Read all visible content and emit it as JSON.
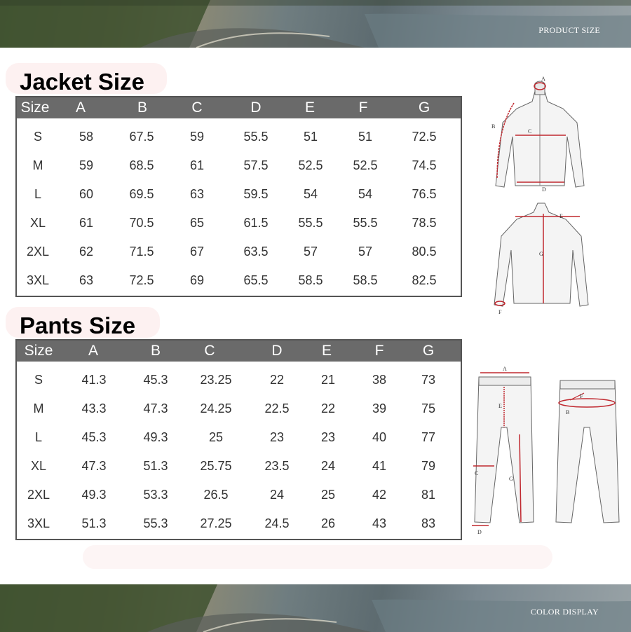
{
  "banners": {
    "top_label": "PRODUCT SIZE",
    "bottom_label": "COLOR DISPLAY"
  },
  "jacket": {
    "title": "Jacket Size",
    "headers": [
      "Size",
      "A",
      "B",
      "C",
      "D",
      "E",
      "F",
      "G"
    ],
    "rows": [
      [
        "S",
        "58",
        "67.5",
        "59",
        "55.5",
        "51",
        "51",
        "72.5"
      ],
      [
        "M",
        "59",
        "68.5",
        "61",
        "57.5",
        "52.5",
        "52.5",
        "74.5"
      ],
      [
        "L",
        "60",
        "69.5",
        "63",
        "59.5",
        "54",
        "54",
        "76.5"
      ],
      [
        "XL",
        "61",
        "70.5",
        "65",
        "61.5",
        "55.5",
        "55.5",
        "78.5"
      ],
      [
        "2XL",
        "62",
        "71.5",
        "67",
        "63.5",
        "57",
        "57",
        "80.5"
      ],
      [
        "3XL",
        "63",
        "72.5",
        "69",
        "65.5",
        "58.5",
        "58.5",
        "82.5"
      ]
    ]
  },
  "pants": {
    "title": "Pants Size",
    "headers": [
      "Size",
      "A",
      "B",
      "C",
      "D",
      "E",
      "F",
      "G"
    ],
    "rows": [
      [
        "S",
        "41.3",
        "45.3",
        "23.25",
        "22",
        "21",
        "38",
        "73"
      ],
      [
        "M",
        "43.3",
        "47.3",
        "24.25",
        "22.5",
        "22",
        "39",
        "75"
      ],
      [
        "L",
        "45.3",
        "49.3",
        "25",
        "23",
        "23",
        "40",
        "77"
      ],
      [
        "XL",
        "47.3",
        "51.3",
        "25.75",
        "23.5",
        "24",
        "41",
        "79"
      ],
      [
        "2XL",
        "49.3",
        "53.3",
        "26.5",
        "24",
        "25",
        "42",
        "81"
      ],
      [
        "3XL",
        "51.3",
        "55.3",
        "27.25",
        "24.5",
        "26",
        "43",
        "83"
      ]
    ]
  },
  "diagram_labels": {
    "jacket_front": [
      "A",
      "B",
      "C",
      "D"
    ],
    "jacket_back": [
      "E",
      "G",
      "F"
    ],
    "pants_front": [
      "A",
      "E",
      "C",
      "G",
      "D"
    ],
    "pants_back": [
      "F",
      "B"
    ]
  },
  "colors": {
    "header_bg": "#6a6a6a",
    "measure_line": "#c0282f"
  }
}
